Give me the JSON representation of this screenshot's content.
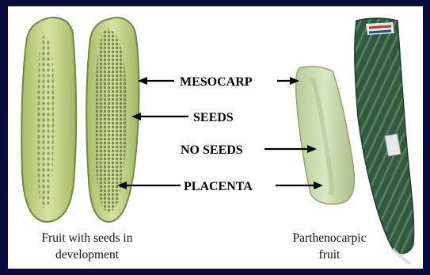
{
  "labels": {
    "mesocarp": "MESOCARP",
    "seeds": "SEEDS",
    "no_seeds": "NO SEEDS",
    "placenta": "PLACENTA"
  },
  "captions": {
    "seeded_line1": "Fruit with seeds in",
    "seeded_line2": "development",
    "parthenocarpic_line1": "Parthenocarpic",
    "parthenocarpic_line2": "fruit"
  },
  "colors": {
    "frame": "#0a0a3c",
    "background": "#ffffff",
    "flesh": "#dfe6a4",
    "rind": "#7f9a4a",
    "seed": "#7f8f55",
    "seedless_flesh": "#cfe0b3",
    "wrapped_fruit": "#2f5a3c"
  }
}
